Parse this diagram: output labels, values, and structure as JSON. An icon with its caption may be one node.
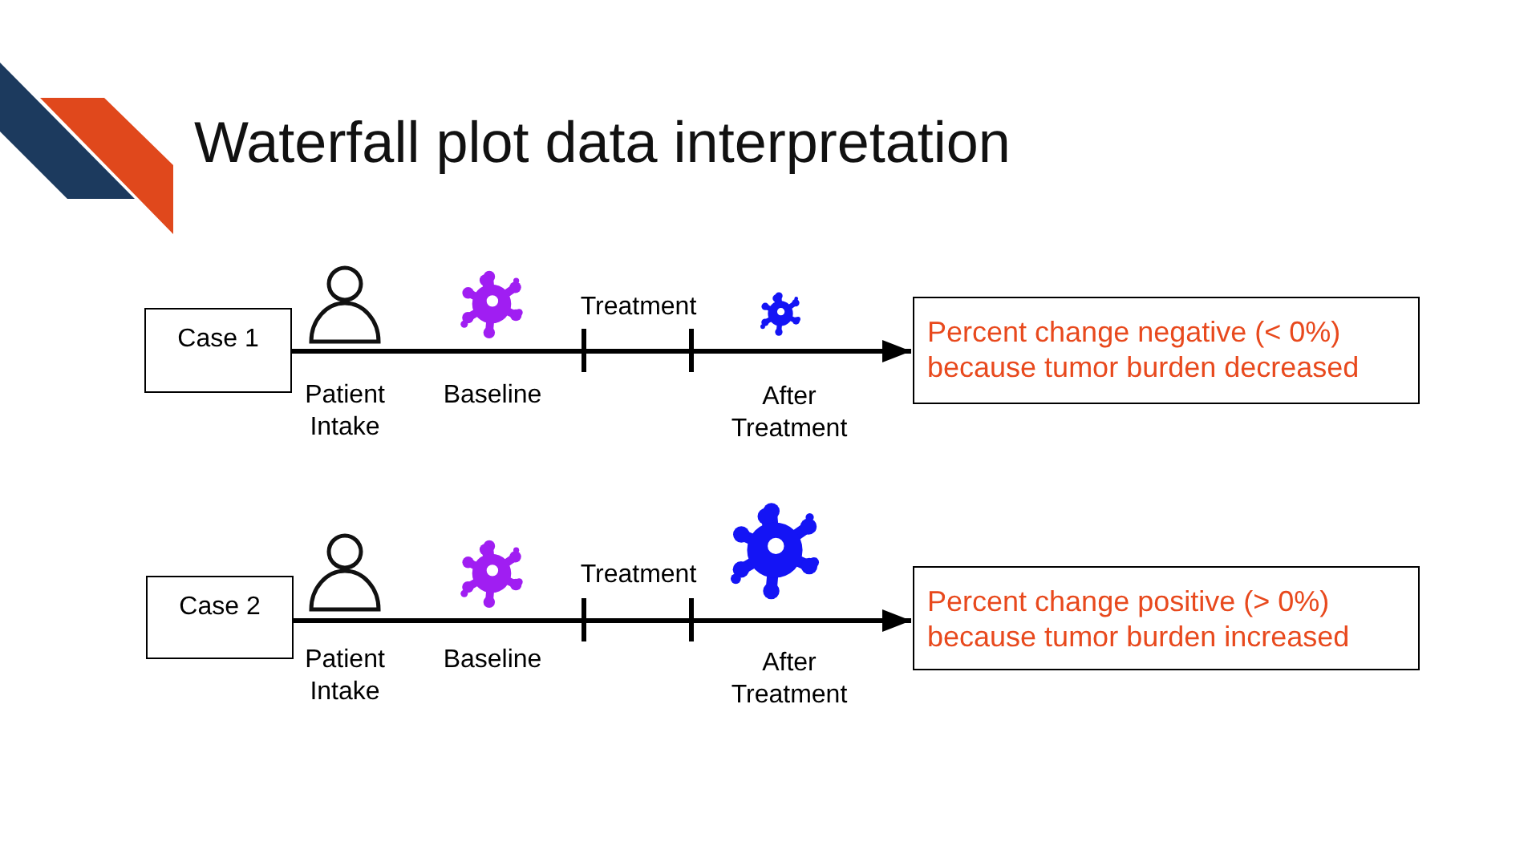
{
  "diagram": {
    "title": "Waterfall plot data interpretation",
    "nodes": [
      {
        "text": [
          "Case 1"
        ]
      },
      {
        "text": [
          "Percent change negative (< 0%) because tumor burden decreased"
        ]
      },
      {
        "text": [
          "Case 2"
        ]
      },
      {
        "text": [
          "Percent change positive (> 0%) because tumor burden increased"
        ]
      }
    ],
    "edges": [
      {
        "from": 0,
        "to": 1,
        "arrow": "to"
      },
      {
        "from": 2,
        "to": 3,
        "arrow": "to"
      }
    ],
    "labels": [
      "Treatment",
      "Patient Intake",
      "Baseline",
      "After Treatment",
      "Treatment",
      "Patient Intake",
      "Baseline",
      "After Treatment"
    ]
  }
}
